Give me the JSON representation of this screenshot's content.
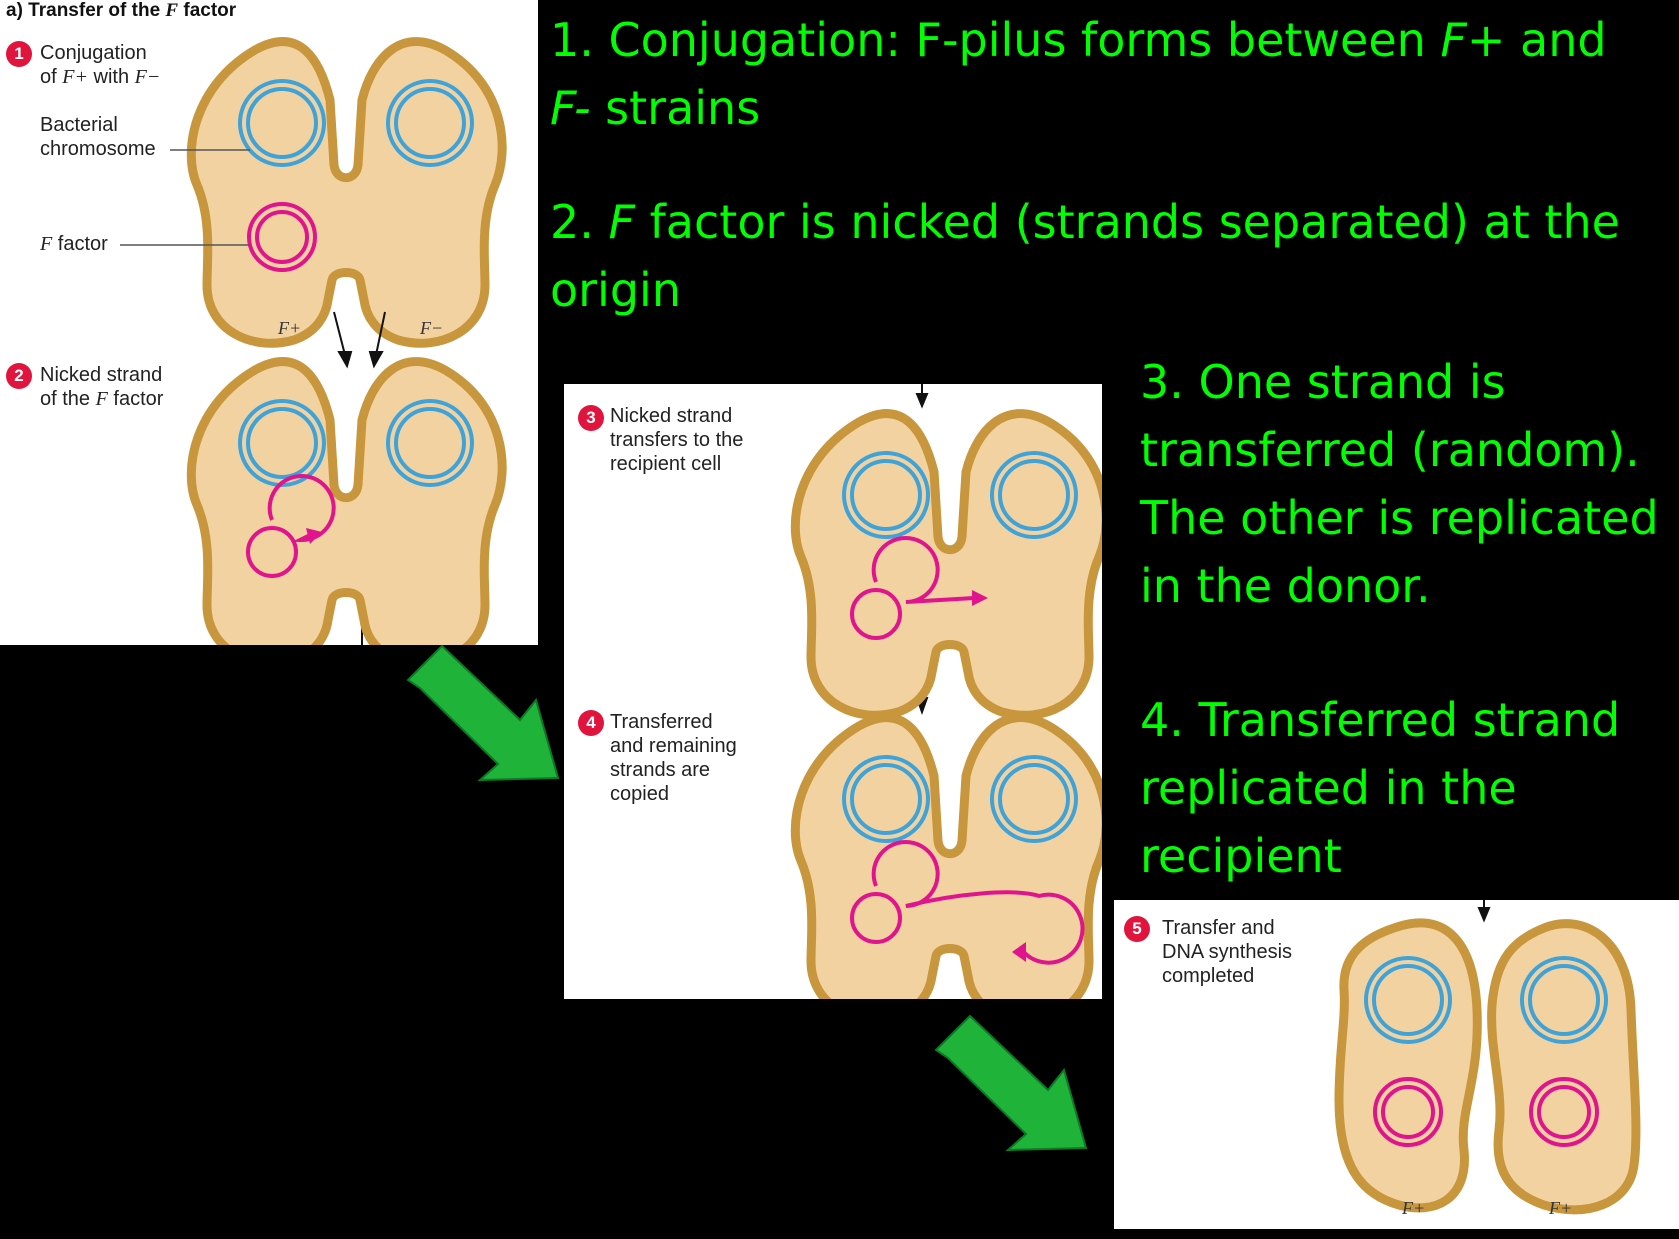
{
  "captions": {
    "c1_a": "1. Conjugation: F-pilus forms between ",
    "c1_b": "F+",
    "c1_c": " and",
    "c1_d": "F-",
    "c1_e": " strains",
    "c2_a": "2. ",
    "c2_b": "F",
    "c2_c": " factor is nicked (strands separated) at the",
    "c2_d": "origin",
    "c3_1": "3. One strand is",
    "c3_2": "transferred (random).",
    "c3_3": "The other is replicated",
    "c3_4": "in the donor.",
    "c4_1": "4. Transferred strand",
    "c4_2": "replicated in the",
    "c4_3": "recipient"
  },
  "panel1": {
    "heading_a": "a) Transfer of the ",
    "heading_b": "F",
    "heading_c": " factor",
    "step1_num": "1",
    "step1_l1": "Conjugation",
    "step1_l2a": "of ",
    "step1_l2b": "F+",
    "step1_l2c": " with ",
    "step1_l2d": "F−",
    "chrom_l1": "Bacterial",
    "chrom_l2": "chromosome",
    "ffactor_a": "F",
    "ffactor_b": " factor",
    "fplus": "F+",
    "fminus": "F−",
    "step2_num": "2",
    "step2_l1": "Nicked strand",
    "step2_l2a": "of the ",
    "step2_l2b": "F",
    "step2_l2c": " factor"
  },
  "panel2": {
    "step3_num": "3",
    "step3_l1": "Nicked strand",
    "step3_l2": "transfers to the",
    "step3_l3": "recipient cell",
    "step4_num": "4",
    "step4_l1": "Transferred",
    "step4_l2": "and remaining",
    "step4_l3": "strands are",
    "step4_l4": "copied"
  },
  "panel3": {
    "step5_num": "5",
    "step5_l1": "Transfer and",
    "step5_l2": "DNA synthesis",
    "step5_l3": "completed",
    "fplus_left": "F+",
    "fplus_right": "F+"
  },
  "colors": {
    "caption_text": "#00ff00",
    "cell_fill": "#f3d2a2",
    "cell_border": "#c8963c",
    "chromosome": "#3fa3d8",
    "f_factor": "#e0148c",
    "step_badge": "#e0143c",
    "flow_arrow": "#1fb33a"
  }
}
